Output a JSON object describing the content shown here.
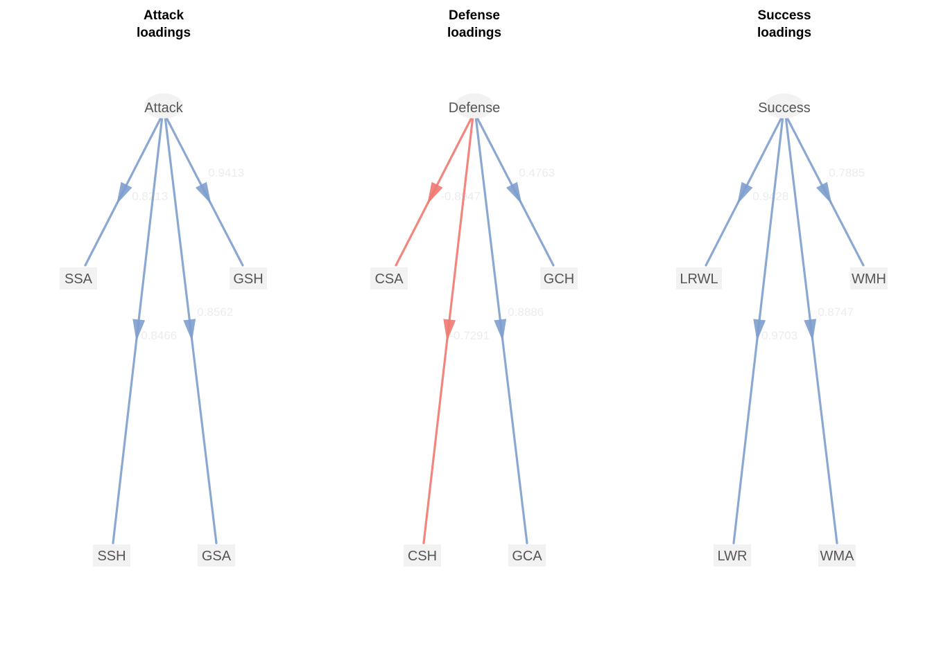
{
  "colors": {
    "positive": "#7f9fcf",
    "negative": "#f07a72",
    "node_fill": "#f2f2f2",
    "node_text": "#555555",
    "edge_label_text": "#ececec",
    "title_text": "#000000"
  },
  "panels": [
    {
      "id": "attack",
      "title_lines": [
        "Attack",
        "loadings"
      ],
      "latent": "Attack",
      "indicators": [
        {
          "name": "SSA",
          "loading": "0.8213",
          "sign": "positive"
        },
        {
          "name": "GSH",
          "loading": "0.9413",
          "sign": "positive"
        },
        {
          "name": "SSH",
          "loading": "0.8466",
          "sign": "positive"
        },
        {
          "name": "GSA",
          "loading": "0.8562",
          "sign": "positive"
        }
      ]
    },
    {
      "id": "defense",
      "title_lines": [
        "Defense",
        "loadings"
      ],
      "latent": "Defense",
      "indicators": [
        {
          "name": "CSA",
          "loading": "-0.8947",
          "sign": "negative"
        },
        {
          "name": "GCH",
          "loading": "0.4763",
          "sign": "positive"
        },
        {
          "name": "CSH",
          "loading": "-0.7291",
          "sign": "negative"
        },
        {
          "name": "GCA",
          "loading": "0.8886",
          "sign": "positive"
        }
      ]
    },
    {
      "id": "success",
      "title_lines": [
        "Success",
        "loadings"
      ],
      "latent": "Success",
      "indicators": [
        {
          "name": "LRWL",
          "loading": "0.9428",
          "sign": "positive"
        },
        {
          "name": "WMH",
          "loading": "0.7885",
          "sign": "positive"
        },
        {
          "name": "LWR",
          "loading": "0.9703",
          "sign": "positive"
        },
        {
          "name": "WMA",
          "loading": "0.8747",
          "sign": "positive"
        }
      ]
    }
  ]
}
